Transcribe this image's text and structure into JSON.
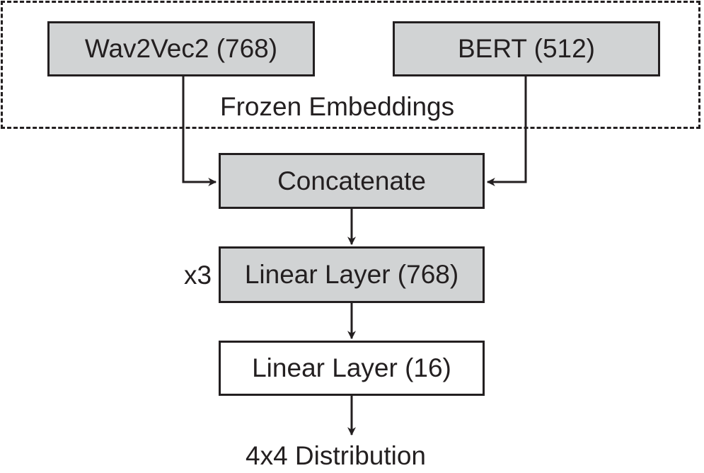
{
  "diagram": {
    "frozen_group_label": "Frozen Embeddings",
    "nodes": {
      "wav2vec": "Wav2Vec2 (768)",
      "bert": "BERT (512)",
      "concatenate": "Concatenate",
      "linear_768": "Linear Layer (768)",
      "linear_16": "Linear Layer (16)"
    },
    "repeat_label": "x3",
    "output_label": "4x4 Distribution",
    "colors": {
      "stroke": "#231f20",
      "box_fill": "#d1d3d4",
      "output_box_fill": "#ffffff"
    }
  }
}
